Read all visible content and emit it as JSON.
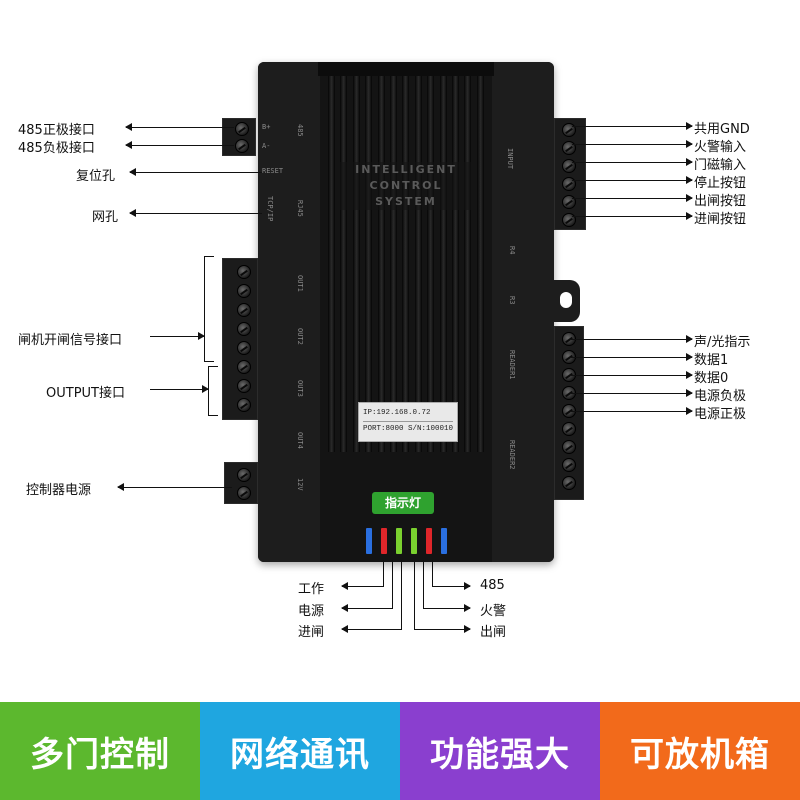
{
  "device": {
    "brand_lines": [
      "INTELLIGENT",
      "CONTROL",
      "SYSTEM"
    ],
    "silk": {
      "rs485": "485",
      "rs485_plus": "B+",
      "rs485_minus": "A-",
      "reset": "RESET",
      "rj45": "RJ45",
      "tcp_ip": "TCP/IP",
      "input": "INPUT",
      "out1": "OUT1",
      "out2": "OUT2",
      "out3": "OUT3",
      "out4": "OUT4",
      "r4": "R4",
      "r3": "R3",
      "reader1": "READER1",
      "reader2": "READER2",
      "dc": "12V"
    },
    "ip_label": {
      "ip": "IP:192.168.0.72",
      "port_sn": "PORT:8000  S/N:100010"
    },
    "indicator_tag": "指示灯"
  },
  "callouts": {
    "left": {
      "rs485_pos": "485正极接口",
      "rs485_neg": "485负极接口",
      "reset_hole": "复位孔",
      "net_port": "网孔",
      "gate_signal": "闸机开闸信号接口",
      "output_port": "OUTPUT接口",
      "power": "控制器电源"
    },
    "right": {
      "gnd": "共用GND",
      "fire_input": "火警输入",
      "door_sensor": "门磁输入",
      "stop_button": "停止按钮",
      "exit_button": "出闸按钮",
      "enter_button": "进闸按钮",
      "sound_light": "声/光指示",
      "data1": "数据1",
      "data0": "数据0",
      "power_neg": "电源负极",
      "power_pos": "电源正极"
    },
    "leds": {
      "work": "工作",
      "power": "电源",
      "enter": "进闸",
      "rs485": "485",
      "fire": "火警",
      "exit": "出闸"
    }
  },
  "led_colors": [
    "#2a6fe0",
    "#e0262a",
    "#7bd12f",
    "#7bd12f",
    "#e0262a",
    "#2a6fe0"
  ],
  "banner": {
    "items": [
      {
        "text": "多门控制",
        "color": "#5cb82e"
      },
      {
        "text": "网络通讯",
        "color": "#1fa6e0"
      },
      {
        "text": "功能强大",
        "color": "#8a3fcf"
      },
      {
        "text": "可放机箱",
        "color": "#f26a1b"
      }
    ]
  }
}
